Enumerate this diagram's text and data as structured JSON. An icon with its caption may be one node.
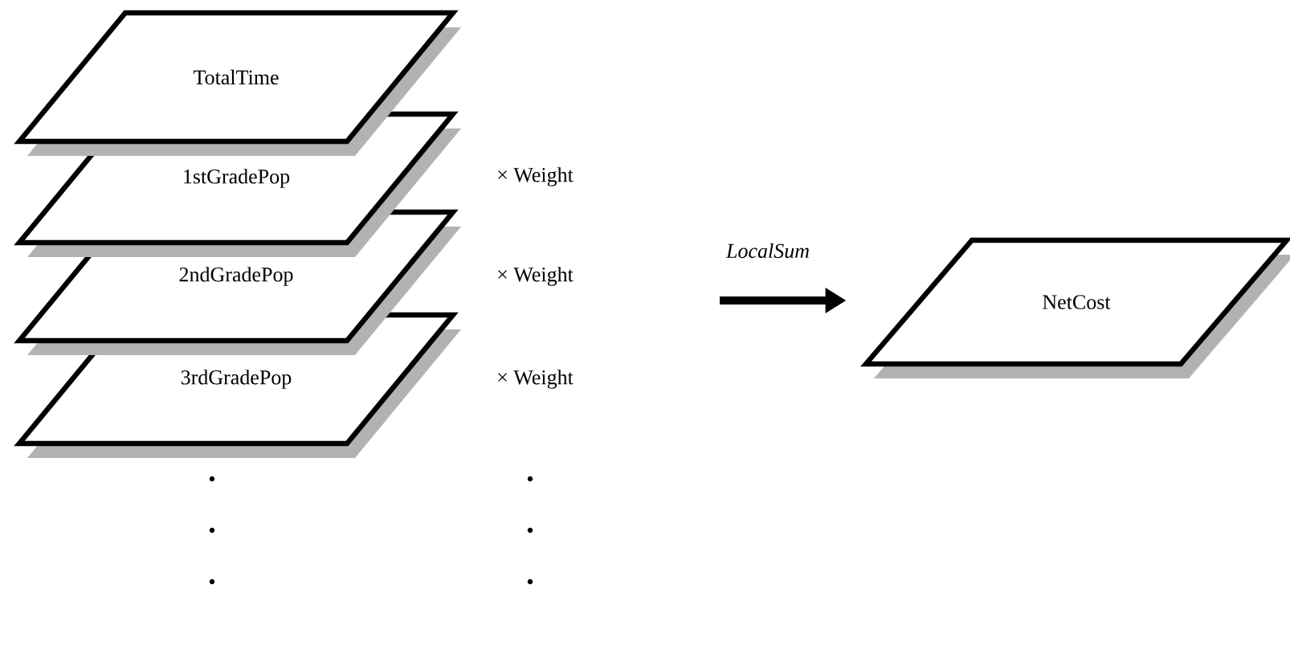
{
  "diagram": {
    "nodes": [
      {
        "text": [
          "TotalTime"
        ]
      },
      {
        "text": [
          "1stGradePop"
        ]
      },
      {
        "text": [
          "2ndGradePop"
        ]
      },
      {
        "text": [
          "3rdGradePop"
        ]
      },
      {
        "text": [
          "NetCost"
        ]
      }
    ],
    "edges": [
      {
        "from": null,
        "to": 4,
        "arrow": "to",
        "label": "LocalSum"
      }
    ],
    "labels": [
      "× Weight",
      "× Weight",
      "× Weight"
    ]
  }
}
